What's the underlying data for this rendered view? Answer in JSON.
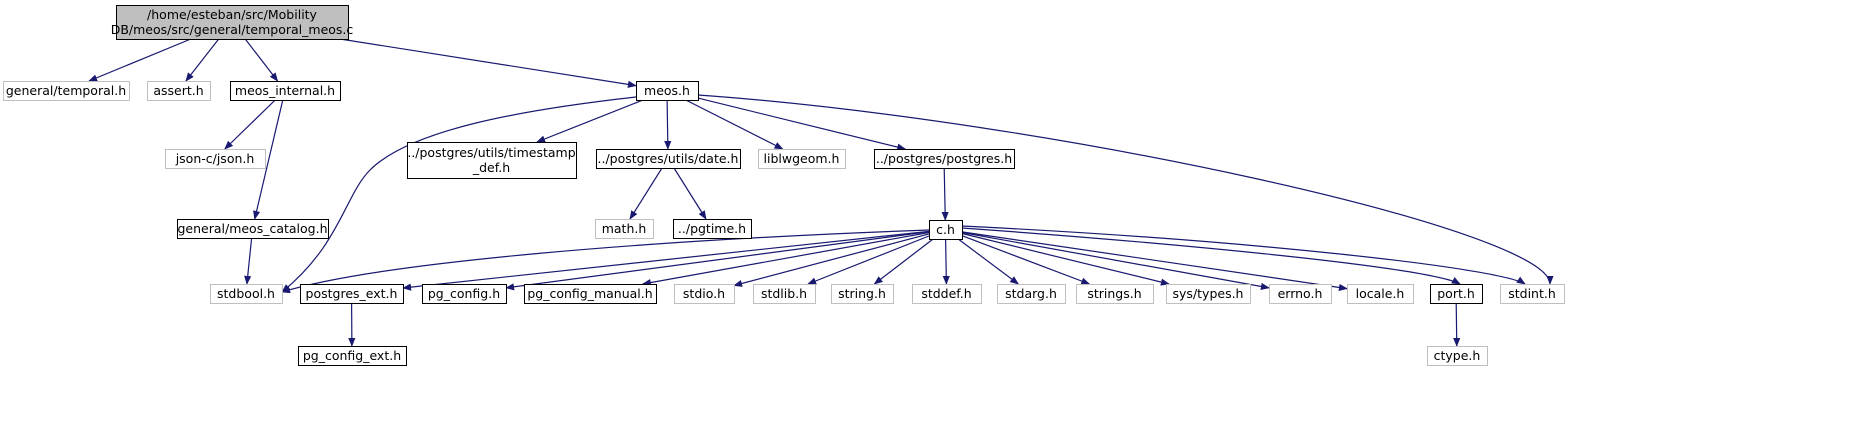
{
  "diagram": {
    "nodes": [
      {
        "id": "root",
        "lines": [
          "/home/esteban/src/Mobility",
          "DB/meos/src/general/temporal_meos.c"
        ],
        "style": "root"
      },
      {
        "id": "general_temporal_h",
        "lines": [
          "general/temporal.h"
        ],
        "style": "missing"
      },
      {
        "id": "assert_h",
        "lines": [
          "assert.h"
        ],
        "style": "missing"
      },
      {
        "id": "meos_internal_h",
        "lines": [
          "meos_internal.h"
        ],
        "style": "file"
      },
      {
        "id": "meos_h",
        "lines": [
          "meos.h"
        ],
        "style": "file"
      },
      {
        "id": "json_h",
        "lines": [
          "json-c/json.h"
        ],
        "style": "missing"
      },
      {
        "id": "meos_catalog_h",
        "lines": [
          "general/meos_catalog.h"
        ],
        "style": "file"
      },
      {
        "id": "timestamp_def_h",
        "lines": [
          "../postgres/utils/timestamp",
          "_def.h"
        ],
        "style": "file"
      },
      {
        "id": "date_h",
        "lines": [
          "../postgres/utils/date.h"
        ],
        "style": "file"
      },
      {
        "id": "liblwgeom_h",
        "lines": [
          "liblwgeom.h"
        ],
        "style": "missing"
      },
      {
        "id": "postgres_h",
        "lines": [
          "../postgres/postgres.h"
        ],
        "style": "file"
      },
      {
        "id": "math_h",
        "lines": [
          "math.h"
        ],
        "style": "missing"
      },
      {
        "id": "pgtime_h",
        "lines": [
          "../pgtime.h"
        ],
        "style": "file"
      },
      {
        "id": "c_h",
        "lines": [
          "c.h"
        ],
        "style": "file"
      },
      {
        "id": "stdbool_h",
        "lines": [
          "stdbool.h"
        ],
        "style": "missing"
      },
      {
        "id": "postgres_ext_h",
        "lines": [
          "postgres_ext.h"
        ],
        "style": "file"
      },
      {
        "id": "pg_config_h",
        "lines": [
          "pg_config.h"
        ],
        "style": "file"
      },
      {
        "id": "pg_config_manual_h",
        "lines": [
          "pg_config_manual.h"
        ],
        "style": "file"
      },
      {
        "id": "stdio_h",
        "lines": [
          "stdio.h"
        ],
        "style": "missing"
      },
      {
        "id": "stdlib_h",
        "lines": [
          "stdlib.h"
        ],
        "style": "missing"
      },
      {
        "id": "string_h",
        "lines": [
          "string.h"
        ],
        "style": "missing"
      },
      {
        "id": "stddef_h",
        "lines": [
          "stddef.h"
        ],
        "style": "missing"
      },
      {
        "id": "stdarg_h",
        "lines": [
          "stdarg.h"
        ],
        "style": "missing"
      },
      {
        "id": "strings_h",
        "lines": [
          "strings.h"
        ],
        "style": "missing"
      },
      {
        "id": "sys_types_h",
        "lines": [
          "sys/types.h"
        ],
        "style": "missing"
      },
      {
        "id": "errno_h",
        "lines": [
          "errno.h"
        ],
        "style": "missing"
      },
      {
        "id": "locale_h",
        "lines": [
          "locale.h"
        ],
        "style": "missing"
      },
      {
        "id": "port_h",
        "lines": [
          "port.h"
        ],
        "style": "file"
      },
      {
        "id": "stdint_h",
        "lines": [
          "stdint.h"
        ],
        "style": "missing"
      },
      {
        "id": "pg_config_ext_h",
        "lines": [
          "pg_config_ext.h"
        ],
        "style": "file"
      },
      {
        "id": "ctype_h",
        "lines": [
          "ctype.h"
        ],
        "style": "missing"
      }
    ],
    "edges": [
      {
        "from": "root",
        "to": "general_temporal_h"
      },
      {
        "from": "root",
        "to": "assert_h"
      },
      {
        "from": "root",
        "to": "meos_internal_h"
      },
      {
        "from": "root",
        "to": "meos_h"
      },
      {
        "from": "meos_internal_h",
        "to": "json_h"
      },
      {
        "from": "meos_internal_h",
        "to": "meos_catalog_h"
      },
      {
        "from": "meos_catalog_h",
        "to": "stdbool_h"
      },
      {
        "from": "meos_h",
        "to": "stdbool_h"
      },
      {
        "from": "meos_h",
        "to": "timestamp_def_h"
      },
      {
        "from": "meos_h",
        "to": "date_h"
      },
      {
        "from": "meos_h",
        "to": "liblwgeom_h"
      },
      {
        "from": "meos_h",
        "to": "postgres_h"
      },
      {
        "from": "meos_h",
        "to": "stdint_h"
      },
      {
        "from": "date_h",
        "to": "math_h"
      },
      {
        "from": "date_h",
        "to": "pgtime_h"
      },
      {
        "from": "postgres_h",
        "to": "c_h"
      },
      {
        "from": "c_h",
        "to": "stdbool_h"
      },
      {
        "from": "c_h",
        "to": "postgres_ext_h"
      },
      {
        "from": "c_h",
        "to": "pg_config_h"
      },
      {
        "from": "c_h",
        "to": "pg_config_manual_h"
      },
      {
        "from": "c_h",
        "to": "stdio_h"
      },
      {
        "from": "c_h",
        "to": "stdlib_h"
      },
      {
        "from": "c_h",
        "to": "string_h"
      },
      {
        "from": "c_h",
        "to": "stddef_h"
      },
      {
        "from": "c_h",
        "to": "stdarg_h"
      },
      {
        "from": "c_h",
        "to": "strings_h"
      },
      {
        "from": "c_h",
        "to": "sys_types_h"
      },
      {
        "from": "c_h",
        "to": "errno_h"
      },
      {
        "from": "c_h",
        "to": "locale_h"
      },
      {
        "from": "c_h",
        "to": "port_h"
      },
      {
        "from": "c_h",
        "to": "stdint_h"
      },
      {
        "from": "postgres_ext_h",
        "to": "pg_config_ext_h"
      },
      {
        "from": "port_h",
        "to": "ctype_h"
      }
    ]
  },
  "colors": {
    "root_fill": "#bfbfbf",
    "node_border": "#000000",
    "missing_border": "#bfbfbf",
    "missing_text": "#000000",
    "edge": "#191970"
  }
}
